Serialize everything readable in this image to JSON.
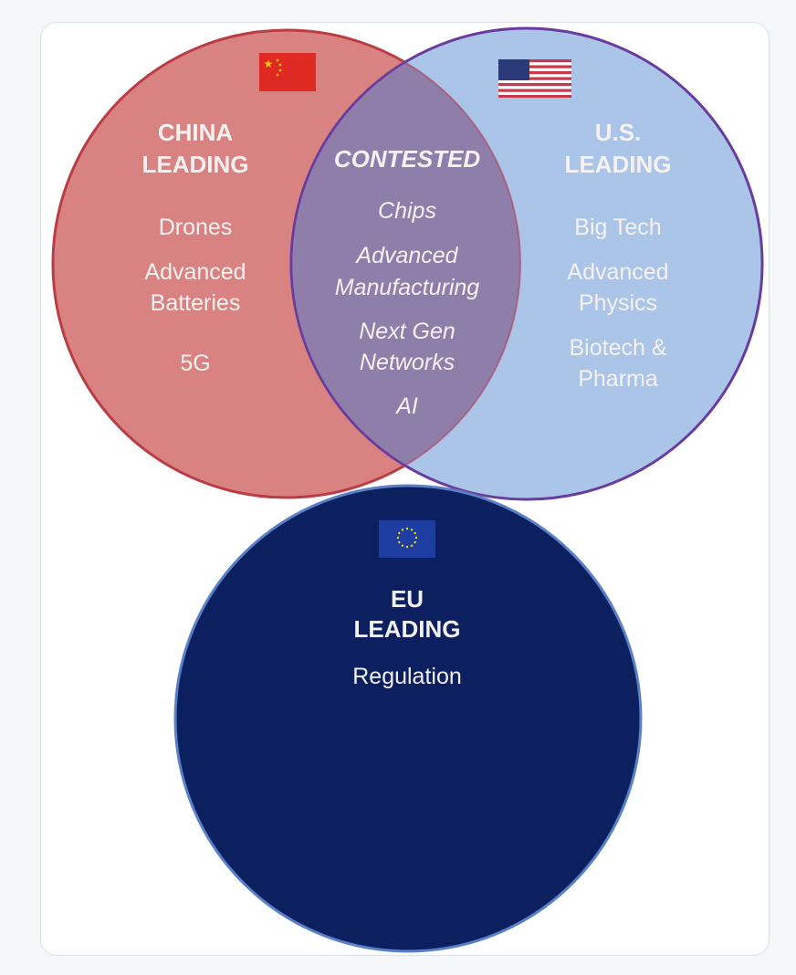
{
  "colors": {
    "china_fill": "#d98282",
    "china_stroke": "#c23a36",
    "us_fill": "#abc5e9",
    "us_stroke": "#6a3c9e",
    "overlap_fill": "#8f7ea9",
    "eu_fill": "#0c1f5f",
    "eu_stroke": "#5a80c8"
  },
  "china": {
    "title_line1": "CHINA",
    "title_line2": "LEADING",
    "items": [
      "Drones",
      "Advanced",
      "Batteries",
      "5G"
    ],
    "flag_icon": "china-flag-icon"
  },
  "contested": {
    "title": "CONTESTED",
    "items": [
      "Chips",
      "Advanced",
      "Manufacturing",
      "Next Gen",
      "Networks",
      "AI"
    ]
  },
  "us": {
    "title_line1": "U.S.",
    "title_line2": "LEADING",
    "items": [
      "Big Tech",
      "Advanced",
      "Physics",
      "Biotech &",
      "Pharma"
    ],
    "flag_icon": "us-flag-icon"
  },
  "eu": {
    "title_line1": "EU",
    "title_line2": "LEADING",
    "items": [
      "Regulation"
    ],
    "flag_icon": "eu-flag-icon"
  }
}
